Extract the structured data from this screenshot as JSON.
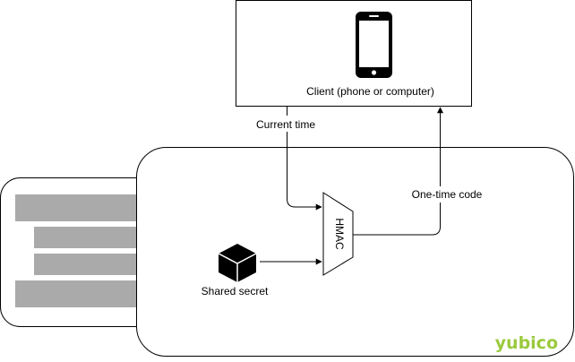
{
  "client": {
    "label": "Client (phone or computer)",
    "icon": "smartphone-icon"
  },
  "arrows": {
    "current_time_label": "Current time",
    "one_time_code_label": "One-time code"
  },
  "hmac": {
    "label": "HMAC"
  },
  "secret": {
    "label": "Shared secret",
    "icon": "cube-icon"
  },
  "brand": {
    "logo_text": "yubico",
    "color": "#9aca3c"
  },
  "colors": {
    "stroke": "#000000",
    "connector_pads": "#aaaaaa",
    "background": "#ffffff"
  }
}
